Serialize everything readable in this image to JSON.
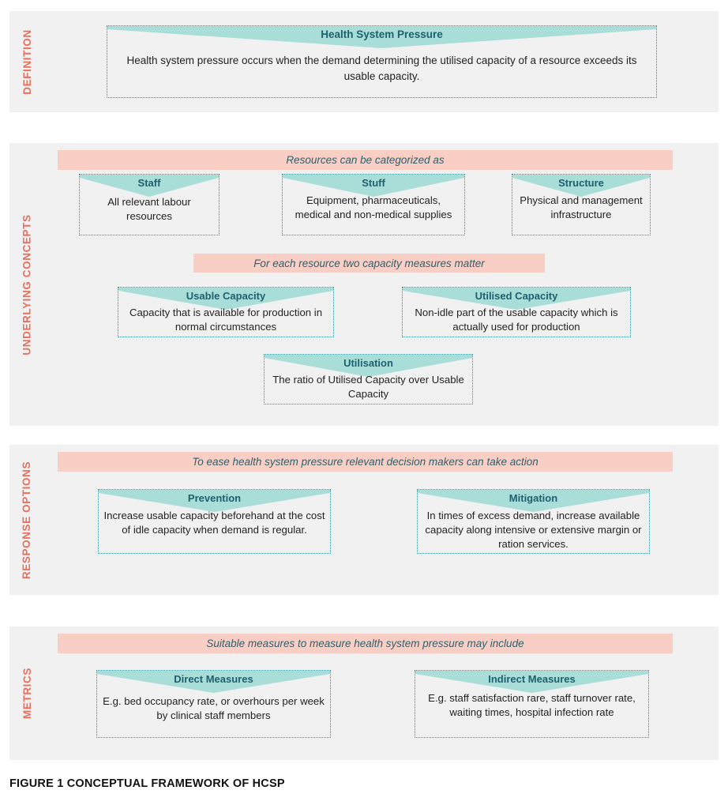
{
  "figure": {
    "caption": "FIGURE 1 CONCEPTUAL FRAMEWORK OF HCSP",
    "colors": {
      "section_background": "#f1f1f1",
      "band_pink": "#f9cfc5",
      "ribbon_teal": "#a8ddd8",
      "box_border_teal": "#3e8f96",
      "title_teal": "#1f5f6e",
      "category_label_coral": "#e8705e",
      "body_text": "#231f20",
      "page_background": "#ffffff"
    }
  },
  "sections": [
    {
      "id": "definition",
      "label": "DEFINITION",
      "boxes": [
        {
          "id": "health-system-pressure",
          "title": "Health System Pressure",
          "body": "Health system pressure occurs when the demand determining the utilised capacity of a resource exceeds its usable capacity."
        }
      ],
      "bands": []
    },
    {
      "id": "underlying-concepts",
      "label": "UNDERLYING CONCEPTS",
      "bands": [
        {
          "id": "resources-band",
          "text": "Resources can be categorized as"
        },
        {
          "id": "capacity-band",
          "text": "For each resource two capacity measures matter"
        }
      ],
      "boxes": [
        {
          "id": "staff",
          "title": "Staff",
          "body": "All relevant labour resources"
        },
        {
          "id": "stuff",
          "title": "Stuff",
          "body": "Equipment, pharmaceuticals, medical and non-medical supplies"
        },
        {
          "id": "structure",
          "title": "Structure",
          "body": "Physical and management infrastructure"
        },
        {
          "id": "usable-capacity",
          "title": "Usable Capacity",
          "body": "Capacity that is available for production in normal circumstances"
        },
        {
          "id": "utilised-capacity",
          "title": "Utilised Capacity",
          "body": "Non-idle part of the usable capacity which is actually used for production"
        },
        {
          "id": "utilisation",
          "title": "Utilisation",
          "body": "The ratio of Utilised Capacity over Usable Capacity"
        }
      ]
    },
    {
      "id": "response-options",
      "label": "RESPONSE OPTIONS",
      "bands": [
        {
          "id": "action-band",
          "text": "To ease health system pressure relevant decision makers can take action"
        }
      ],
      "boxes": [
        {
          "id": "prevention",
          "title": "Prevention",
          "body": "Increase usable capacity beforehand at the cost of idle capacity when demand is regular."
        },
        {
          "id": "mitigation",
          "title": "Mitigation",
          "body": "In times of excess demand, increase available capacity along intensive or extensive margin or ration services."
        }
      ]
    },
    {
      "id": "metrics",
      "label": "METRICS",
      "bands": [
        {
          "id": "measures-band",
          "text": "Suitable measures to measure health system pressure may include"
        }
      ],
      "boxes": [
        {
          "id": "direct-measures",
          "title": "Direct Measures",
          "body": "E.g. bed occupancy rate, or overhours per week by clinical staff members"
        },
        {
          "id": "indirect-measures",
          "title": "Indirect Measures",
          "body": "E.g. staff satisfaction rare, staff turnover rate, waiting times, hospital infection rate"
        }
      ]
    }
  ]
}
